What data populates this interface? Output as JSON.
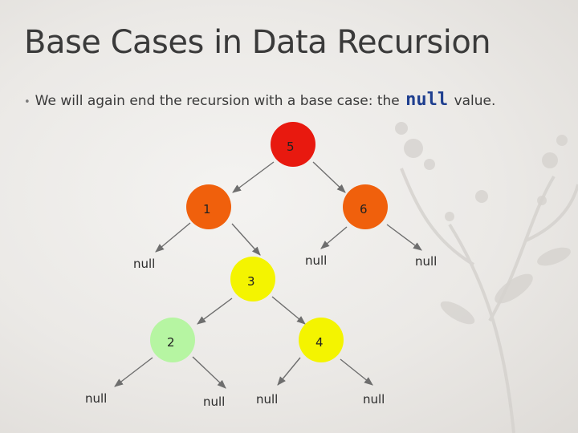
{
  "slide": {
    "title": "Base Cases in Data Recursion",
    "bullet": {
      "text_before": "We will again end the recursion with a base case: the",
      "code": "null",
      "text_after": "value."
    }
  },
  "tree": {
    "nodes": [
      {
        "id": "n5",
        "label": "5",
        "color": "#e8190f",
        "text_color": "#e84a2a"
      },
      {
        "id": "n1",
        "label": "1",
        "color": "#f0600c",
        "text_color": "#222222"
      },
      {
        "id": "n6",
        "label": "6",
        "color": "#f0600c",
        "text_color": "#222222"
      },
      {
        "id": "n3",
        "label": "3",
        "color": "#f4f400",
        "text_color": "#222222"
      },
      {
        "id": "n2",
        "label": "2",
        "color": "#b6f5a2",
        "text_color": "#222222"
      },
      {
        "id": "n4",
        "label": "4",
        "color": "#f4f400",
        "text_color": "#222222"
      }
    ],
    "null_label": "null"
  },
  "colors": {
    "edge": "#6e6e6e",
    "title_text": "#3a3a3a",
    "code_text": "#1f3f8f"
  }
}
